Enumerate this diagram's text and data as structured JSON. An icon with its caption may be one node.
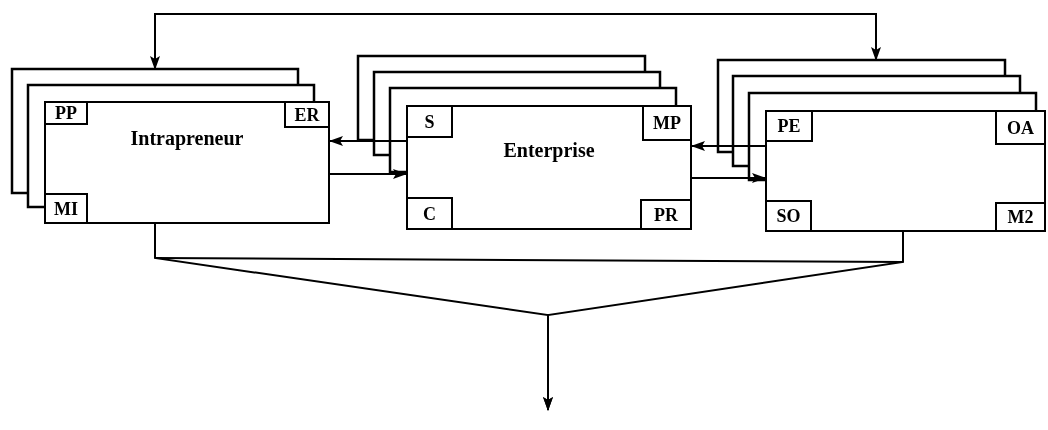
{
  "diagram": {
    "nodes": [
      {
        "text": [],
        "shape": "box"
      },
      {
        "text": [],
        "shape": "box"
      },
      {
        "text": [
          "Intrapreneur"
        ]
      },
      {
        "text": [
          "PP"
        ],
        "in": 2
      },
      {
        "text": [
          "ER"
        ],
        "in": 2
      },
      {
        "text": [
          "MI"
        ],
        "in": 2
      },
      {
        "text": [],
        "shape": "box"
      },
      {
        "text": [],
        "shape": "box"
      },
      {
        "text": [],
        "shape": "box"
      },
      {
        "text": [
          "Enterprise"
        ]
      },
      {
        "text": [
          "S"
        ],
        "in": 9
      },
      {
        "text": [
          "MP"
        ],
        "in": 9
      },
      {
        "text": [
          "C"
        ],
        "in": 9
      },
      {
        "text": [
          "PR"
        ],
        "in": 9
      },
      {
        "text": [],
        "shape": "box"
      },
      {
        "text": [],
        "shape": "box"
      },
      {
        "text": [],
        "shape": "box"
      },
      {
        "text": [],
        "shape": "box"
      },
      {
        "text": [
          "PE"
        ],
        "in": 17
      },
      {
        "text": [
          "OA"
        ],
        "in": 17
      },
      {
        "text": [
          "SO"
        ],
        "in": 17
      },
      {
        "text": [
          "M2"
        ],
        "in": 17
      }
    ],
    "edges": [
      {
        "from": 0,
        "to": 14,
        "arrow": "both"
      },
      {
        "from": 2,
        "to": 9,
        "arrow": "to"
      },
      {
        "from": 9,
        "to": 2,
        "arrow": "to"
      },
      {
        "from": 9,
        "to": 17,
        "arrow": "to"
      },
      {
        "from": 17,
        "to": 9,
        "arrow": "to"
      },
      {
        "from": 2,
        "to": null,
        "arrow": "to"
      },
      {
        "from": 17,
        "to": null,
        "arrow": "to"
      }
    ]
  }
}
